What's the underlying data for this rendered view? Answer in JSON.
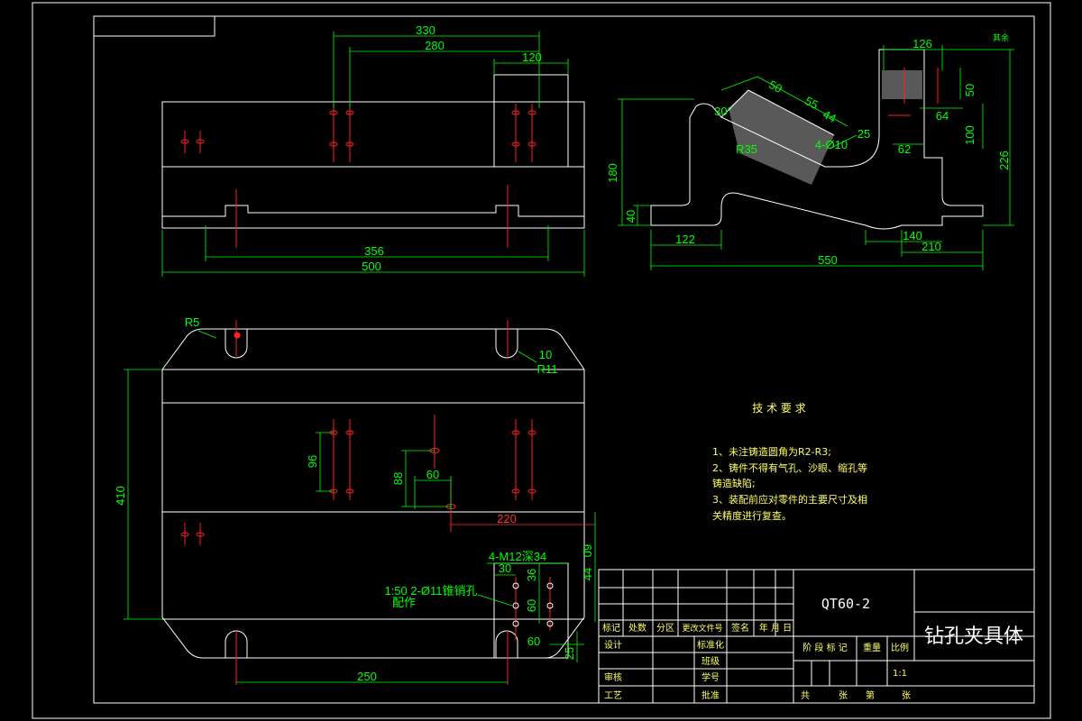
{
  "top_view_dims": {
    "d330": "330",
    "d280": "280",
    "d120": "120",
    "d356": "356",
    "d500": "500"
  },
  "side_view_dims": {
    "d126": "126",
    "d50a": "50",
    "d64": "64",
    "d100": "100",
    "d62": "62",
    "d226": "226",
    "d180": "180",
    "d40": "40",
    "d122": "122",
    "d550": "550",
    "d140": "140",
    "d210": "210",
    "d30": "30°",
    "d50b": "50",
    "d55": "55",
    "d44": "44",
    "d25": "25",
    "holes": "4-Ø10",
    "r35": "R35",
    "finish": "其余"
  },
  "plan_view_dims": {
    "r5": "R5",
    "d10": "10",
    "r11": "R11",
    "d410": "410",
    "d96": "96",
    "d60a": "60",
    "d88": "88",
    "d220": "220",
    "m12": "4-M12深34",
    "d30": "30",
    "d36": "36",
    "d60b": "60",
    "d60c": "60",
    "d44": "44",
    "d09": "09",
    "d25": "25",
    "d250": "250",
    "pin": "1:50 2-Ø11锥销孔",
    "pin2": "配作"
  },
  "tech_requirements": {
    "title": "技 术 要 求",
    "lines": [
      "1、未注铸造圆角为R2-R3;",
      "2、铸件不得有气孔、沙眼、缩孔等",
      "铸造缺陷;",
      "3、装配前应对零件的主要尺寸及相",
      "关精度进行复查。"
    ]
  },
  "title_block": {
    "material": "QT60-2",
    "part_name": "钻孔夹具体",
    "scale": "1:1",
    "row_labels": [
      "标记",
      "处数",
      "分区",
      "更改文件号",
      "签名",
      "年 月 日"
    ],
    "left_labels": [
      "设计",
      "审核",
      "工艺"
    ],
    "mid_labels": [
      "标准化",
      "班级",
      "学号",
      "批准"
    ],
    "stage_labels": [
      "阶 段 标 记",
      "重量",
      "比例"
    ],
    "bottom": [
      "共",
      "张",
      "第",
      "张"
    ]
  }
}
